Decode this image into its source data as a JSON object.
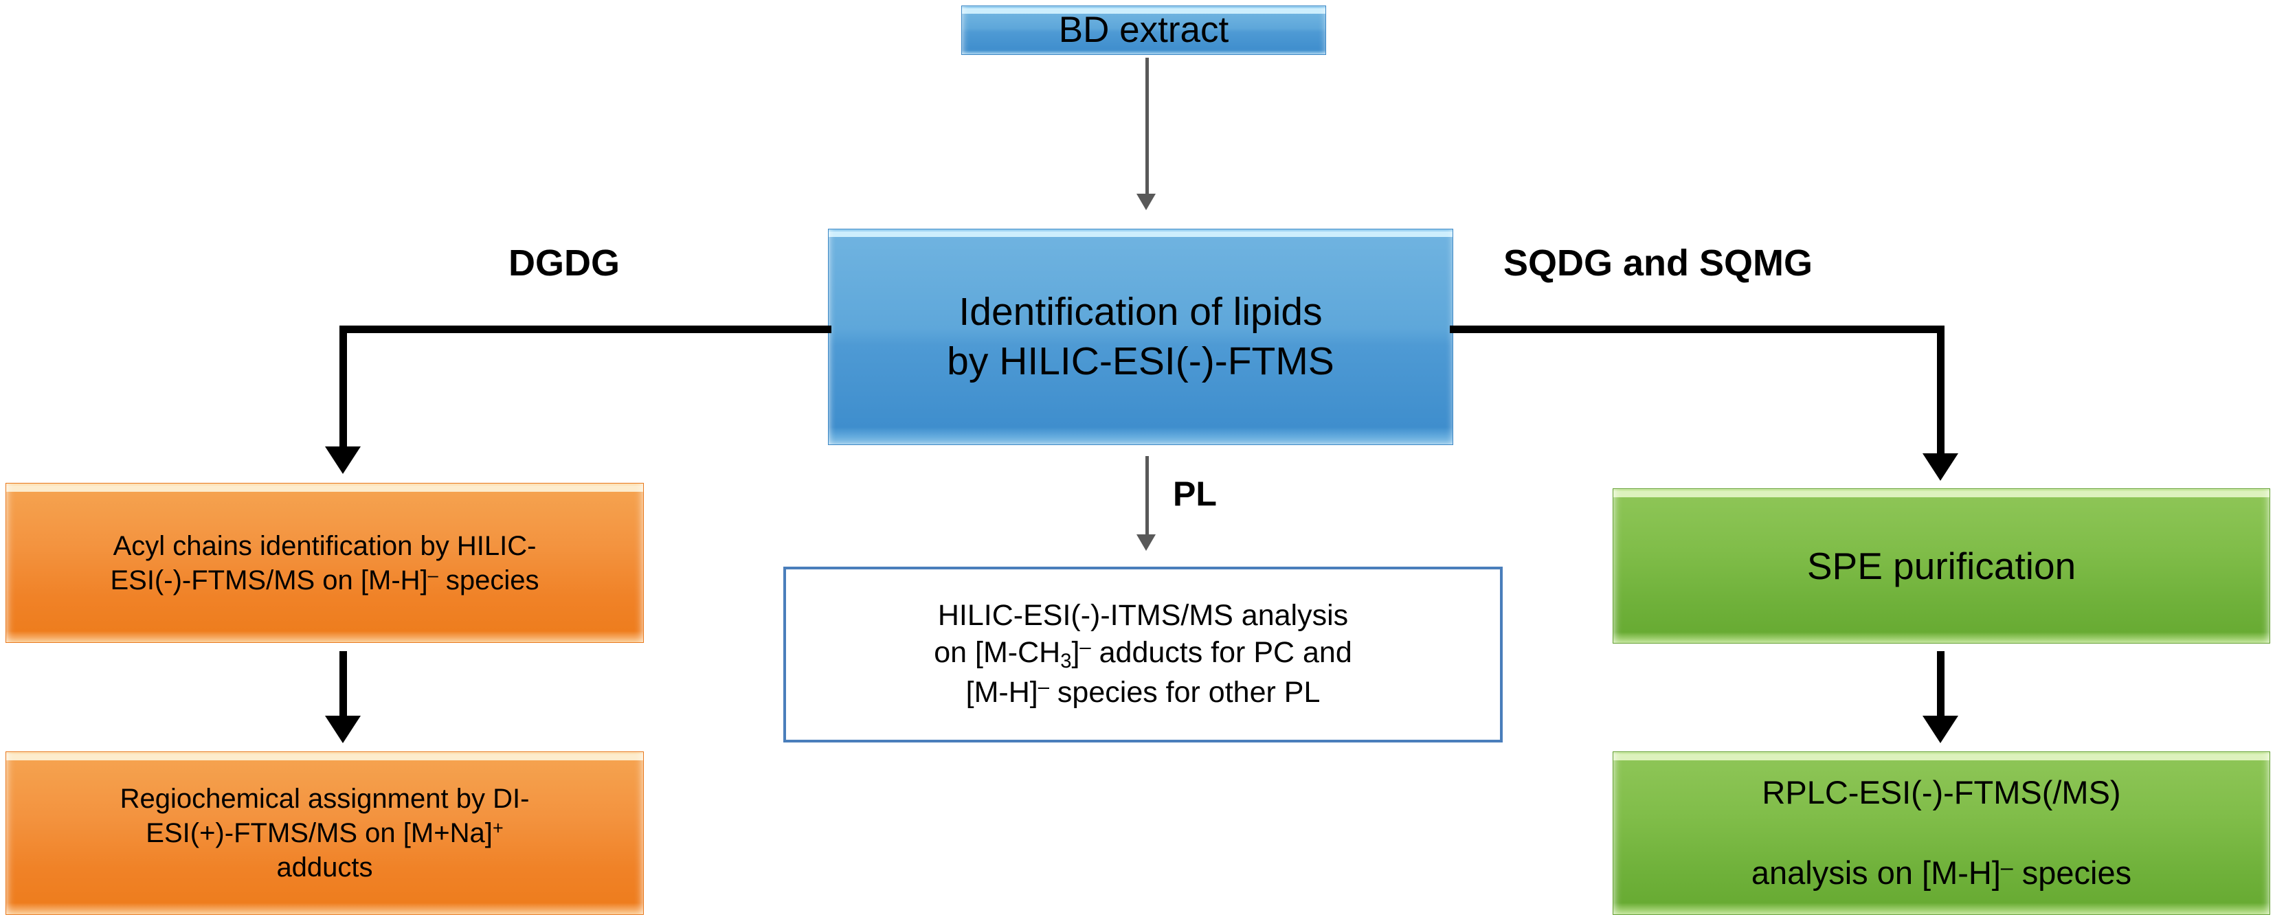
{
  "diagram": {
    "title": "Lipid identification analytical workflow",
    "colors": {
      "blue": "#4e9ad4",
      "orange": "#f08227",
      "green": "#6fb13a",
      "white_box_border": "#4a7ebb",
      "arrow_thick": "#000000",
      "arrow_thin": "#595959"
    },
    "nodes": {
      "bd_extract": {
        "label": "BD extract"
      },
      "identification": {
        "line1": "Identification of lipids",
        "line2": "by HILIC-ESI(-)-FTMS"
      },
      "acyl_chains": {
        "line1": "Acyl chains identification by HILIC-",
        "line2_pre": "ESI(-)-FTMS/MS on [M-H]",
        "line2_sup": "–",
        "line2_post": " species"
      },
      "regiochemical": {
        "line1": "Regiochemical assignment by DI-",
        "line2_pre": "ESI(+)-FTMS/MS on [M+Na]",
        "line2_sup": "+",
        "line3": "adducts"
      },
      "pl_analysis": {
        "line1": "HILIC-ESI(-)-ITMS/MS analysis",
        "line2_a": "on [M-CH",
        "line2_sub": "3",
        "line2_b": "]",
        "line2_sup": "–",
        "line2_c": " adducts for PC and",
        "line3_a": "[M-H]",
        "line3_sup": "–",
        "line3_b": " species for other PL"
      },
      "spe_purification": {
        "label": "SPE purification"
      },
      "rplc": {
        "line1": "RPLC-ESI(-)-FTMS(/MS)",
        "line2_a": "analysis on [M-H]",
        "line2_sup": "–",
        "line2_b": " species"
      }
    },
    "edge_labels": {
      "left": "DGDG",
      "center": "PL",
      "right": "SQDG and SQMG"
    }
  }
}
